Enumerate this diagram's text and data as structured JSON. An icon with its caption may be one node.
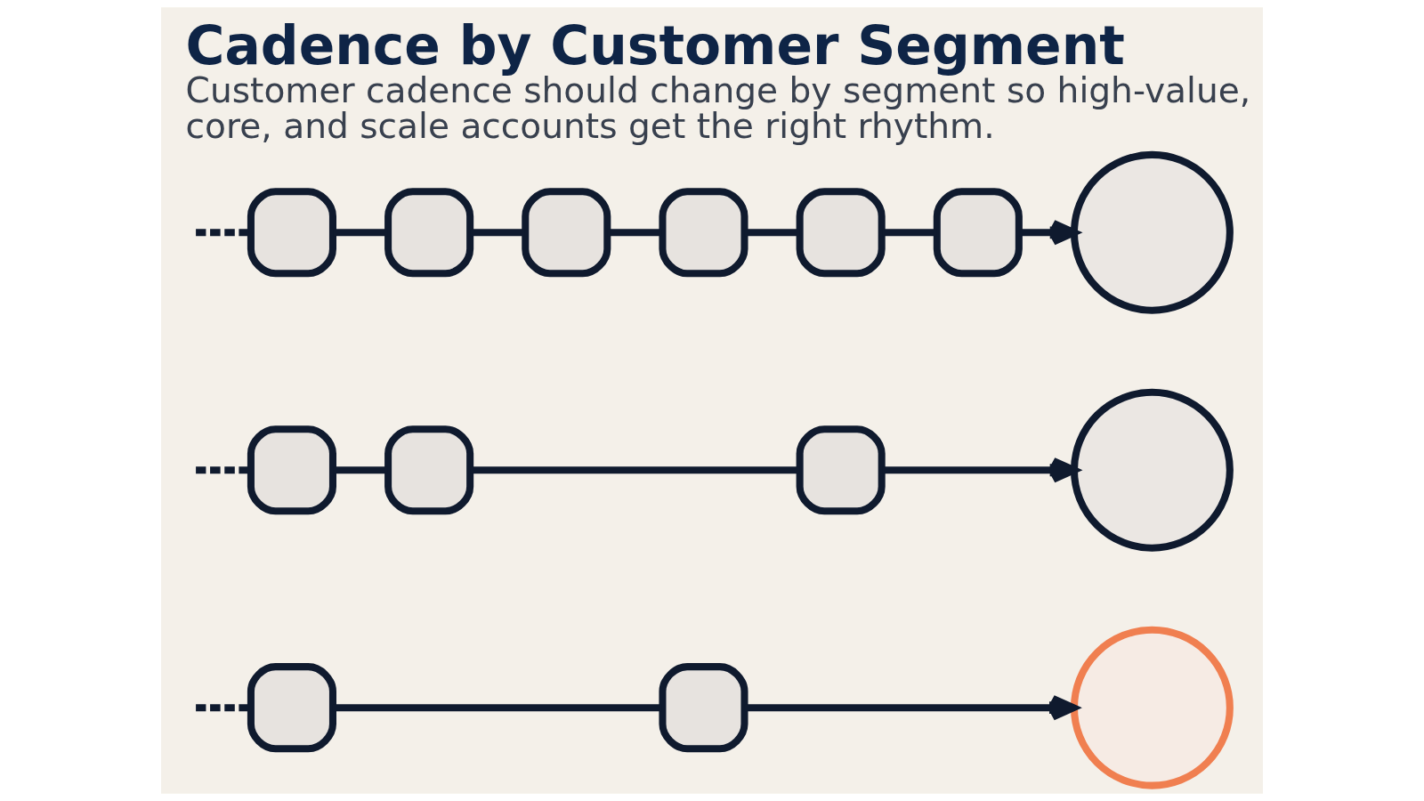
{
  "diagram": {
    "title": "Cadence by Customer Segment",
    "caption": "Customer cadence should change by segment so high-value, core, and scale accounts get the right rhythm.",
    "nodes": [
      {
        "text": [],
        "shape": "box"
      },
      {
        "text": [],
        "shape": "box"
      },
      {
        "text": [],
        "shape": "box"
      },
      {
        "text": [],
        "shape": "box"
      },
      {
        "text": [],
        "shape": "box"
      },
      {
        "text": [],
        "shape": "box"
      },
      {
        "text": [],
        "shape": "circle"
      },
      {
        "text": [],
        "shape": "box"
      },
      {
        "text": [],
        "shape": "box"
      },
      {
        "text": [],
        "shape": "box"
      },
      {
        "text": [],
        "shape": "circle"
      },
      {
        "text": [],
        "shape": "box"
      },
      {
        "text": [],
        "shape": "box"
      },
      {
        "text": [],
        "shape": "circle"
      }
    ],
    "edges": [
      {
        "from": null,
        "to": 0,
        "arrow": "none",
        "style": "dashed"
      },
      {
        "from": 0,
        "to": 1,
        "arrow": "none"
      },
      {
        "from": 1,
        "to": 2,
        "arrow": "none"
      },
      {
        "from": 2,
        "to": 3,
        "arrow": "none"
      },
      {
        "from": 3,
        "to": 4,
        "arrow": "none"
      },
      {
        "from": 4,
        "to": 5,
        "arrow": "none"
      },
      {
        "from": 5,
        "to": 6,
        "arrow": "to"
      },
      {
        "from": null,
        "to": 7,
        "arrow": "none",
        "style": "dashed"
      },
      {
        "from": 7,
        "to": 8,
        "arrow": "none"
      },
      {
        "from": 8,
        "to": 9,
        "arrow": "none"
      },
      {
        "from": 9,
        "to": 10,
        "arrow": "to"
      },
      {
        "from": null,
        "to": 11,
        "arrow": "none",
        "style": "dashed"
      },
      {
        "from": 11,
        "to": 12,
        "arrow": "none"
      },
      {
        "from": 12,
        "to": 13,
        "arrow": "to"
      }
    ]
  }
}
